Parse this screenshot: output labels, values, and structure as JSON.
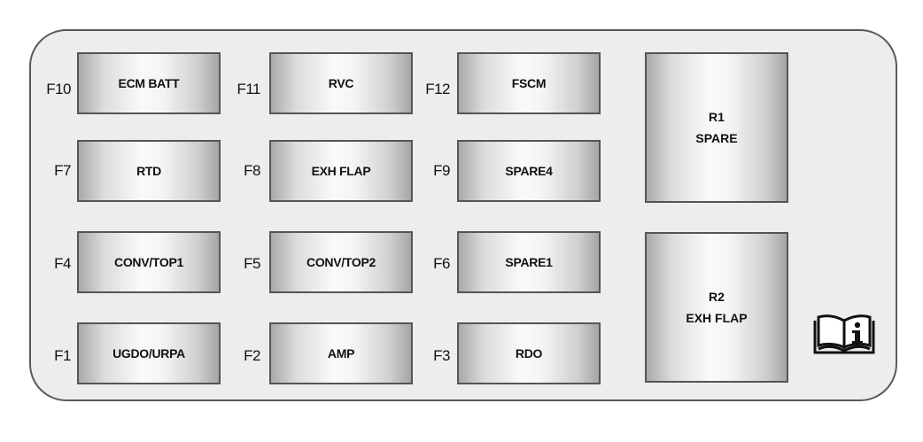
{
  "fuses": [
    {
      "id": "F10",
      "label": "ECM BATT"
    },
    {
      "id": "F11",
      "label": "RVC"
    },
    {
      "id": "F12",
      "label": "FSCM"
    },
    {
      "id": "F7",
      "label": "RTD"
    },
    {
      "id": "F8",
      "label": "EXH FLAP"
    },
    {
      "id": "F9",
      "label": "SPARE4"
    },
    {
      "id": "F4",
      "label": "CONV/TOP1"
    },
    {
      "id": "F5",
      "label": "CONV/TOP2"
    },
    {
      "id": "F6",
      "label": "SPARE1"
    },
    {
      "id": "F1",
      "label": "UGDO/URPA"
    },
    {
      "id": "F2",
      "label": "AMP"
    },
    {
      "id": "F3",
      "label": "RDO"
    }
  ],
  "relays": [
    {
      "id": "R1",
      "label": "SPARE"
    },
    {
      "id": "R2",
      "label": "EXH FLAP"
    }
  ],
  "icons": {
    "manual": "owner-manual-info-icon"
  }
}
